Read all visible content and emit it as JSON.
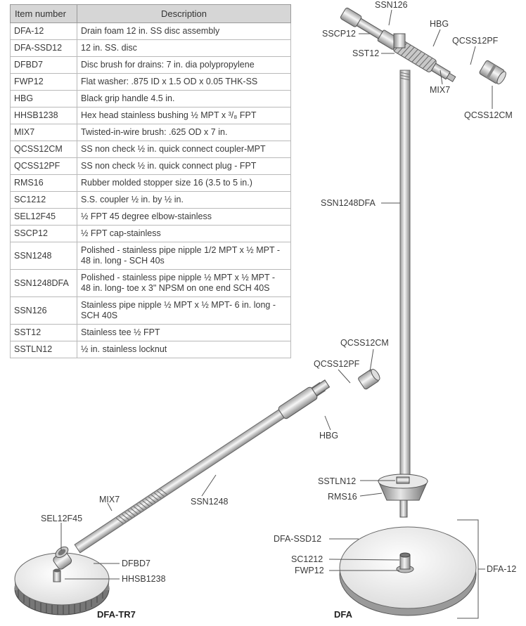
{
  "table": {
    "header_item": "Item number",
    "header_desc": "Description",
    "rows": [
      {
        "item": "DFA-12",
        "desc": "Drain foam 12 in. SS disc assembly"
      },
      {
        "item": "DFA-SSD12",
        "desc": "12 in. SS. disc"
      },
      {
        "item": "DFBD7",
        "desc": "Disc brush for drains: 7 in. dia polypropylene"
      },
      {
        "item": "FWP12",
        "desc": "Flat washer: .875 ID x 1.5 OD x 0.05 THK-SS"
      },
      {
        "item": "HBG",
        "desc": "Black grip handle 4.5 in."
      },
      {
        "item": "HHSB1238",
        "desc": "Hex head stainless bushing ½ MPT x ³/₈ FPT"
      },
      {
        "item": "MIX7",
        "desc": "Twisted-in-wire brush: .625 OD x 7 in."
      },
      {
        "item": "QCSS12CM",
        "desc": "SS non check ½ in. quick connect coupler-MPT"
      },
      {
        "item": "QCSS12PF",
        "desc": "SS non check ½ in. quick connect plug - FPT"
      },
      {
        "item": "RMS16",
        "desc": "Rubber molded stopper size 16 (3.5 to 5 in.)"
      },
      {
        "item": "SC1212",
        "desc": "S.S. coupler ½ in. by ½ in."
      },
      {
        "item": "SEL12F45",
        "desc": "½ FPT 45 degree elbow-stainless"
      },
      {
        "item": "SSCP12",
        "desc": "½ FPT cap-stainless"
      },
      {
        "item": "SSN1248",
        "desc": "Polished - stainless pipe nipple 1/2 MPT x ½ MPT - 48 in. long - SCH 40s"
      },
      {
        "item": "SSN1248DFA",
        "desc": "Polished - stainless pipe nipple ½ MPT x ½ MPT - 48 in. long- toe x 3\" NPSM on one end SCH 40S"
      },
      {
        "item": "SSN126",
        "desc": "Stainless pipe nipple ½ MPT x ½ MPT- 6 in. long - SCH 40S"
      },
      {
        "item": "SST12",
        "desc": "Stainless tee ½ FPT"
      },
      {
        "item": "SSTLN12",
        "desc": "½ in. stainless locknut"
      }
    ]
  },
  "labels": {
    "ssn126": "SSN126",
    "sscp12": "SSCP12",
    "hbg_top": "HBG",
    "qcss12pf_top": "QCSS12PF",
    "sst12": "SST12",
    "mix7_top": "MIX7",
    "qcss12cm_top": "QCSS12CM",
    "ssn1248dfa": "SSN1248DFA",
    "qcss12cm_mid": "QCSS12CM",
    "qcss12pf_mid": "QCSS12PF",
    "hbg_mid": "HBG",
    "sstln12": "SSTLN12",
    "rms16": "RMS16",
    "mix7_low": "MIX7",
    "ssn1248": "SSN1248",
    "sel12f45": "SEL12F45",
    "dfbd7": "DFBD7",
    "hhsb1238": "HHSB1238",
    "dfa_ssd12": "DFA-SSD12",
    "sc1212": "SC1212",
    "fwp12": "FWP12",
    "dfa12": "DFA-12",
    "assembly_tr7": "DFA-TR7",
    "assembly_dfa": "DFA"
  }
}
